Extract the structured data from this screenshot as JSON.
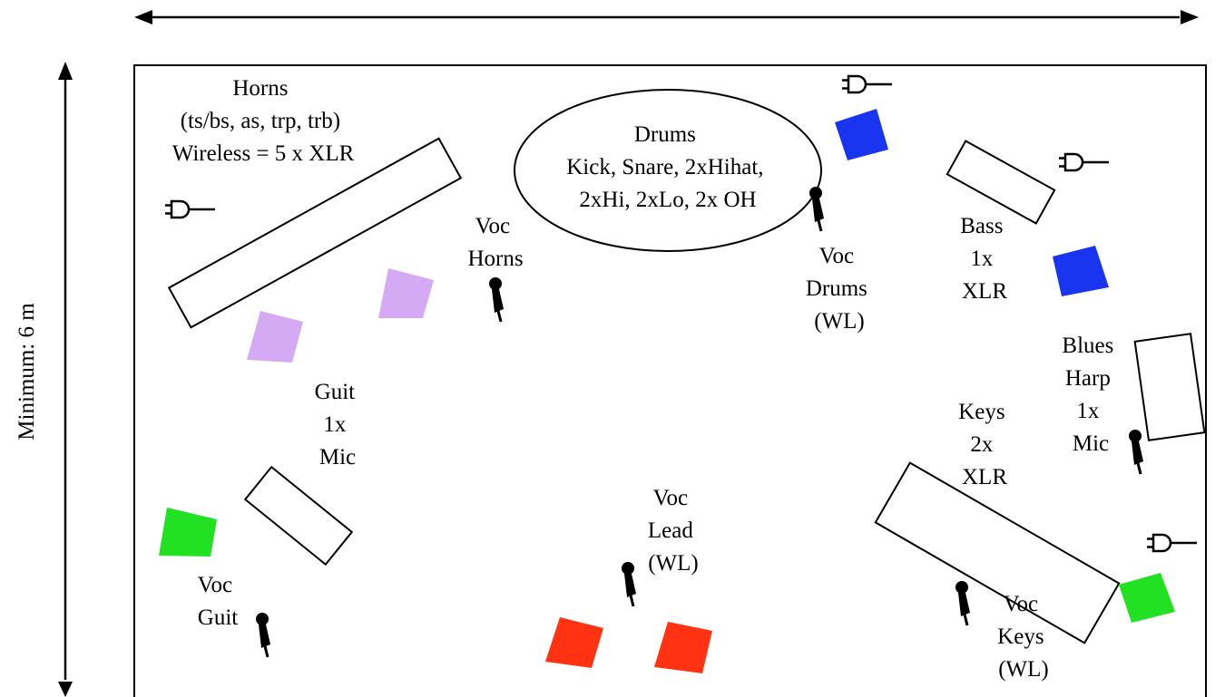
{
  "colors": {
    "line": "#000000",
    "monitor_blue": "#1a35f0",
    "monitor_lilac": "#d4aaf5",
    "monitor_green": "#22e022",
    "monitor_red": "#ff3311"
  },
  "dimension": {
    "vertical_label": "Minimum: 6 m"
  },
  "labels": {
    "horns": [
      "Horns",
      "(ts/bs, as, trp, trb)",
      "Wireless = 5 x XLR"
    ],
    "drums": [
      "Drums",
      "Kick, Snare, 2xHihat,",
      "2xHi, 2xLo, 2x OH"
    ],
    "voc_horns": [
      "Voc",
      "Horns"
    ],
    "voc_drums": [
      "Voc",
      "Drums",
      "(WL)"
    ],
    "bass": [
      "Bass",
      "1x",
      "XLR"
    ],
    "blues_harp": [
      "Blues",
      "Harp",
      "1x",
      "Mic"
    ],
    "guit": [
      "Guit",
      "1x",
      "Mic"
    ],
    "keys": [
      "Keys",
      "2x",
      "XLR"
    ],
    "voc_lead": [
      "Voc",
      "Lead",
      "(WL)"
    ],
    "voc_guit": [
      "Voc",
      "Guit"
    ],
    "voc_keys": [
      "Voc",
      "Keys",
      "(WL)"
    ]
  },
  "icons": {
    "power": "power-plug-icon",
    "microphone": "microphone-icon",
    "monitor": "floor-monitor-wedge"
  }
}
